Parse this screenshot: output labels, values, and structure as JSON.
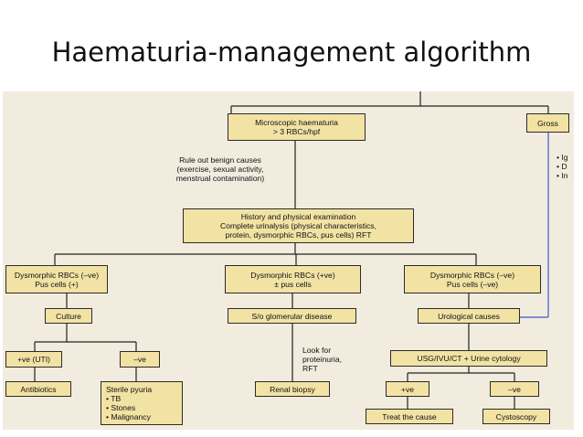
{
  "title": "Haematuria-management algorithm",
  "nodes": {
    "microscopic": [
      "Microscopic haematuria",
      "> 3 RBCs/hpf"
    ],
    "gross": [
      "Gross"
    ],
    "gross_causes": [
      "• Ig",
      "• D",
      "• In"
    ],
    "benign_note": [
      "Rule out benign causes",
      "(exercise, sexual activity,",
      "menstrual contamination)"
    ],
    "history": [
      "History and physical examination",
      "Complete urinalysis (physical characteristics,",
      "protein, dysmorphic RBCs, pus cells) RFT"
    ],
    "dys_neg_pus_pos": [
      "Dysmorphic RBCs (–ve)",
      "Pus cells (+)"
    ],
    "dys_pos": [
      "Dysmorphic RBCs (+ve)",
      "± pus cells"
    ],
    "dys_neg_pus_neg": [
      "Dysmorphic RBCs (–ve)",
      "Pus cells (–ve)"
    ],
    "culture": [
      "Culture"
    ],
    "glomerular": [
      "S/o glomerular disease"
    ],
    "urological": [
      "Urological causes"
    ],
    "uti_pos": [
      "+ve (UTI)"
    ],
    "culture_neg": [
      "–ve"
    ],
    "proteinuria_note": [
      "Look for",
      "proteinuria,",
      "RFT"
    ],
    "imaging": [
      "USG/IVU/CT + Urine cytology"
    ],
    "antibiotics": [
      "Antibiotics"
    ],
    "sterile_pyuria": [
      "Sterile pyuria",
      "• TB",
      "• Stones",
      "• Malignancy"
    ],
    "renal_biopsy": [
      "Renal biopsy"
    ],
    "imaging_pos": [
      "+ve"
    ],
    "imaging_neg": [
      "–ve"
    ],
    "treat": [
      "Treat the cause"
    ],
    "cystoscopy": [
      "Cystoscopy"
    ]
  },
  "colors": {
    "box_fill": "#f2e3a4",
    "figure_background": "#f2ecdf",
    "gross_path": "#5b6fd0"
  }
}
